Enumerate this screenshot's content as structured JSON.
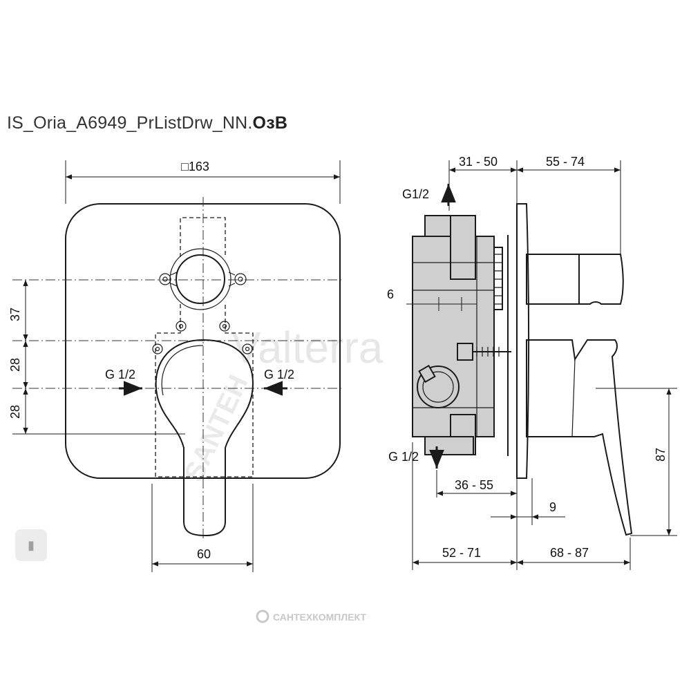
{
  "title": {
    "main": "IS_Oria_A6949_PrListDrw_NN.",
    "suffix": "ОзВ"
  },
  "front_view": {
    "width_label": "□163",
    "dim_37": "37",
    "dim_28_top": "28",
    "dim_28_bottom": "28",
    "inlet_left": "G 1/2",
    "inlet_right": "G 1/2",
    "handle_width": "60"
  },
  "side_view": {
    "outlet_top": "G1/2",
    "outlet_bottom": "G 1/2",
    "dim_31_50": "31 - 50",
    "dim_55_74": "55 - 74",
    "dim_6": "6",
    "dim_36_55": "36 - 55",
    "dim_9": "9",
    "dim_87": "87",
    "dim_52_71": "52 - 71",
    "dim_68_87": "68 - 87"
  },
  "watermarks": {
    "brand": "Valterra",
    "shop": "SANTEH",
    "footer": "САНТЕХКОМПЛЕКТ"
  },
  "icons": {
    "bookmark": "bookmark-icon",
    "arrow": "arrow-icon"
  }
}
